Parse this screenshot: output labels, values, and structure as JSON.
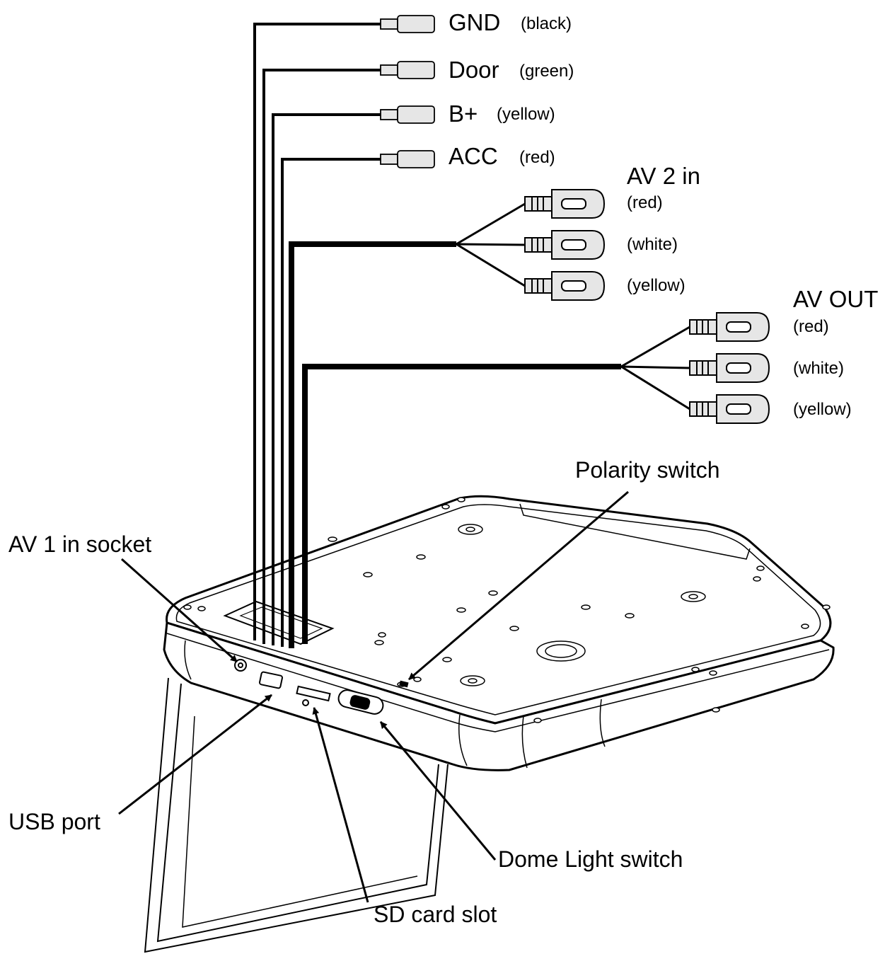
{
  "power_wires": [
    {
      "name": "GND",
      "color": "(black)"
    },
    {
      "name": "Door",
      "color": "(green)"
    },
    {
      "name": "B+",
      "color": "(yellow)"
    },
    {
      "name": "ACC",
      "color": "(red)"
    }
  ],
  "av2_in": {
    "title": "AV 2 in",
    "plugs": [
      "(red)",
      "(white)",
      "(yellow)"
    ]
  },
  "av_out": {
    "title": "AV OUT",
    "plugs": [
      "(red)",
      "(white)",
      "(yellow)"
    ]
  },
  "callouts": {
    "polarity_switch": "Polarity switch",
    "av1_socket": "AV 1 in socket",
    "usb_port": "USB port",
    "dome_light_switch": "Dome Light switch",
    "sd_card_slot": "SD card slot"
  },
  "colors": {
    "line": "#000000",
    "fill": "#ffffff",
    "connector_fill": "#e6e6e6"
  }
}
